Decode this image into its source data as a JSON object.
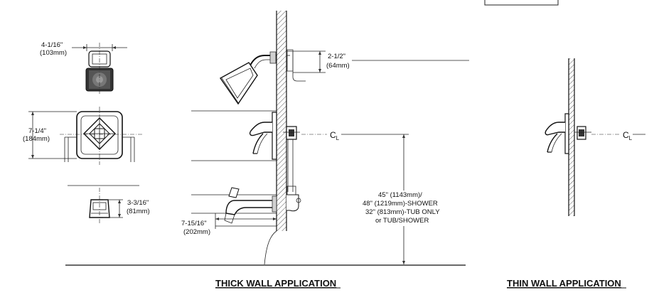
{
  "dimensions": {
    "showerhead_width": "4-1/16\"",
    "showerhead_width_mm": "(103mm)",
    "trim_height": "7-1/4\"",
    "trim_height_mm": "(184mm)",
    "spout_height": "3-3/16\"",
    "spout_height_mm": "(81mm)",
    "arm_drop": "2-1/2\"",
    "arm_drop_mm": "(64mm)",
    "spout_reach": "7-15/16\"",
    "spout_reach_mm": "(202mm)",
    "valve_height_line1": "45\" (1143mm)/",
    "valve_height_line2": "48\" (1219mm)-SHOWER",
    "valve_height_line3": "32\" (813mm)-TUB ONLY",
    "valve_height_line4": "or TUB/SHOWER"
  },
  "centerline_symbol": "C",
  "centerline_sub": "L",
  "titles": {
    "thick_wall": "THICK WALL APPLICATION",
    "thin_wall": "THIN WALL APPLICATION"
  }
}
